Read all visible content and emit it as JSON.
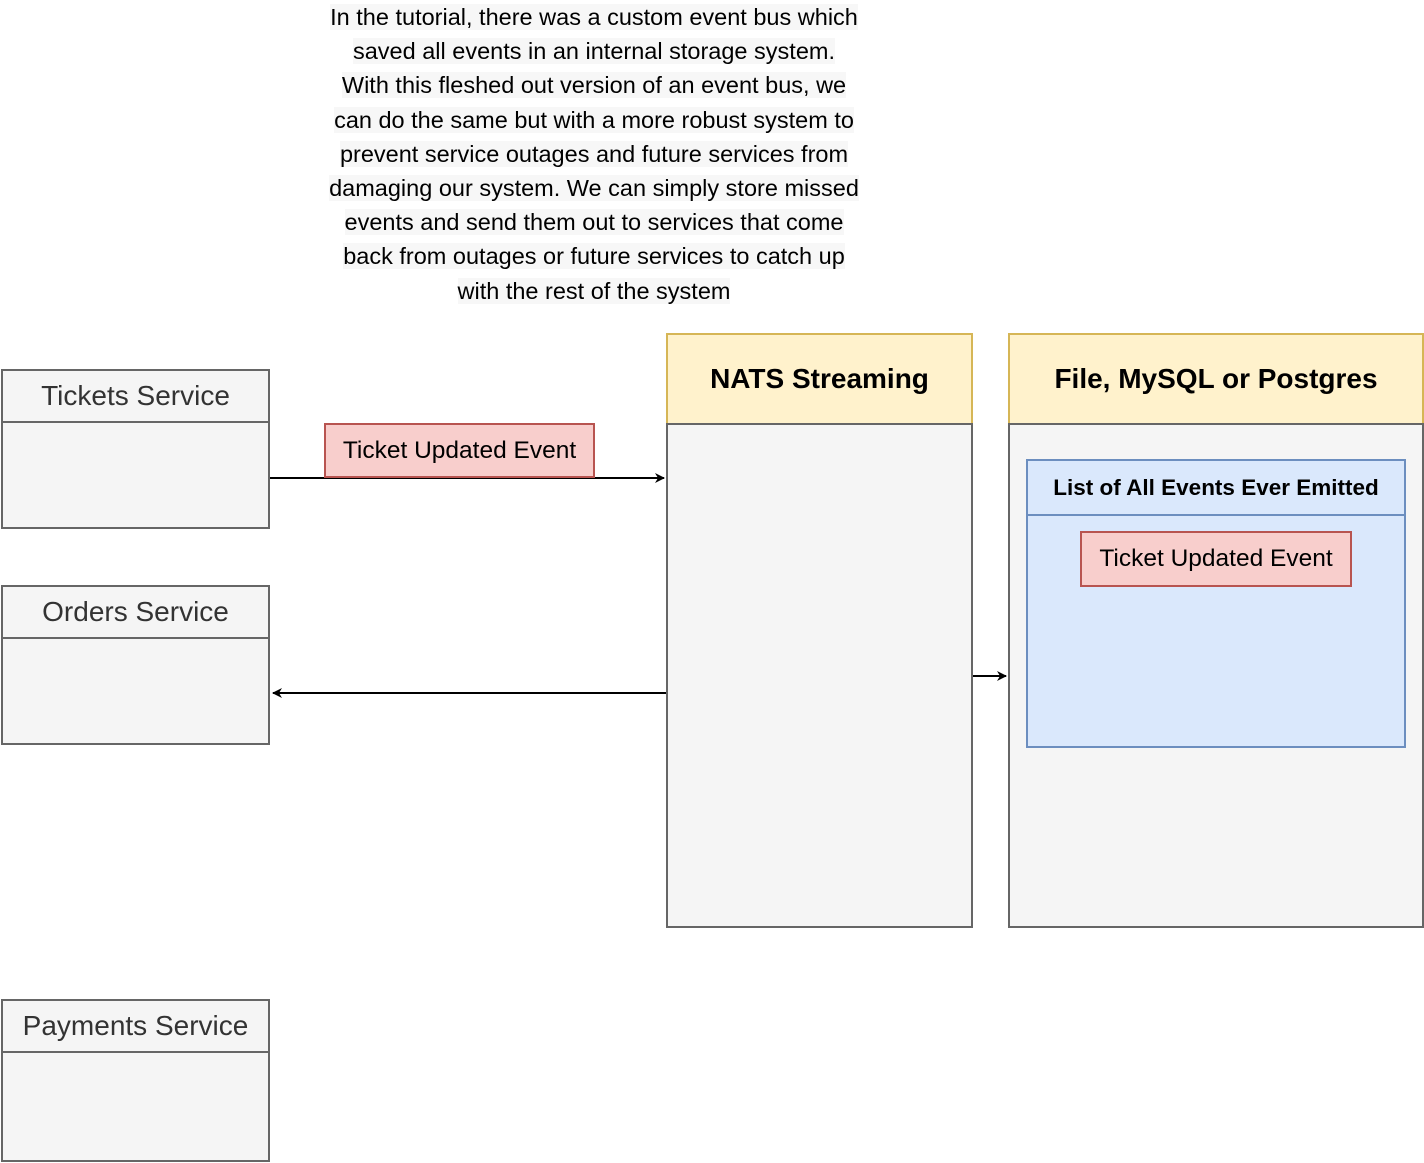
{
  "note": {
    "lines": [
      "In the tutorial, there was a custom event bus which",
      "saved all events in an internal storage system.",
      "With this fleshed out version of an event bus, we",
      "can do the same but with a more robust system to",
      "prevent service outages and future services from",
      "damaging our system. We can simply store missed",
      "events and send them out to services that come",
      "back from outages or future services to catch up",
      "with the rest of the system"
    ]
  },
  "services": {
    "tickets": "Tickets Service",
    "orders": "Orders Service",
    "payments": "Payments Service"
  },
  "events": {
    "published": "Ticket Updated Event",
    "stored": "Ticket Updated Event"
  },
  "nats": {
    "title": "NATS Streaming"
  },
  "storage": {
    "title": "File, MySQL or Postgres",
    "list_title": "List of All Events Ever Emitted"
  },
  "colors": {
    "service_fill": "#f5f5f5",
    "service_stroke": "#666666",
    "event_fill": "#f8cecc",
    "event_stroke": "#b85450",
    "pool_header_fill": "#fff2cc",
    "pool_header_stroke": "#d6b656",
    "list_fill": "#dae8fc",
    "list_stroke": "#6c8ebf"
  }
}
